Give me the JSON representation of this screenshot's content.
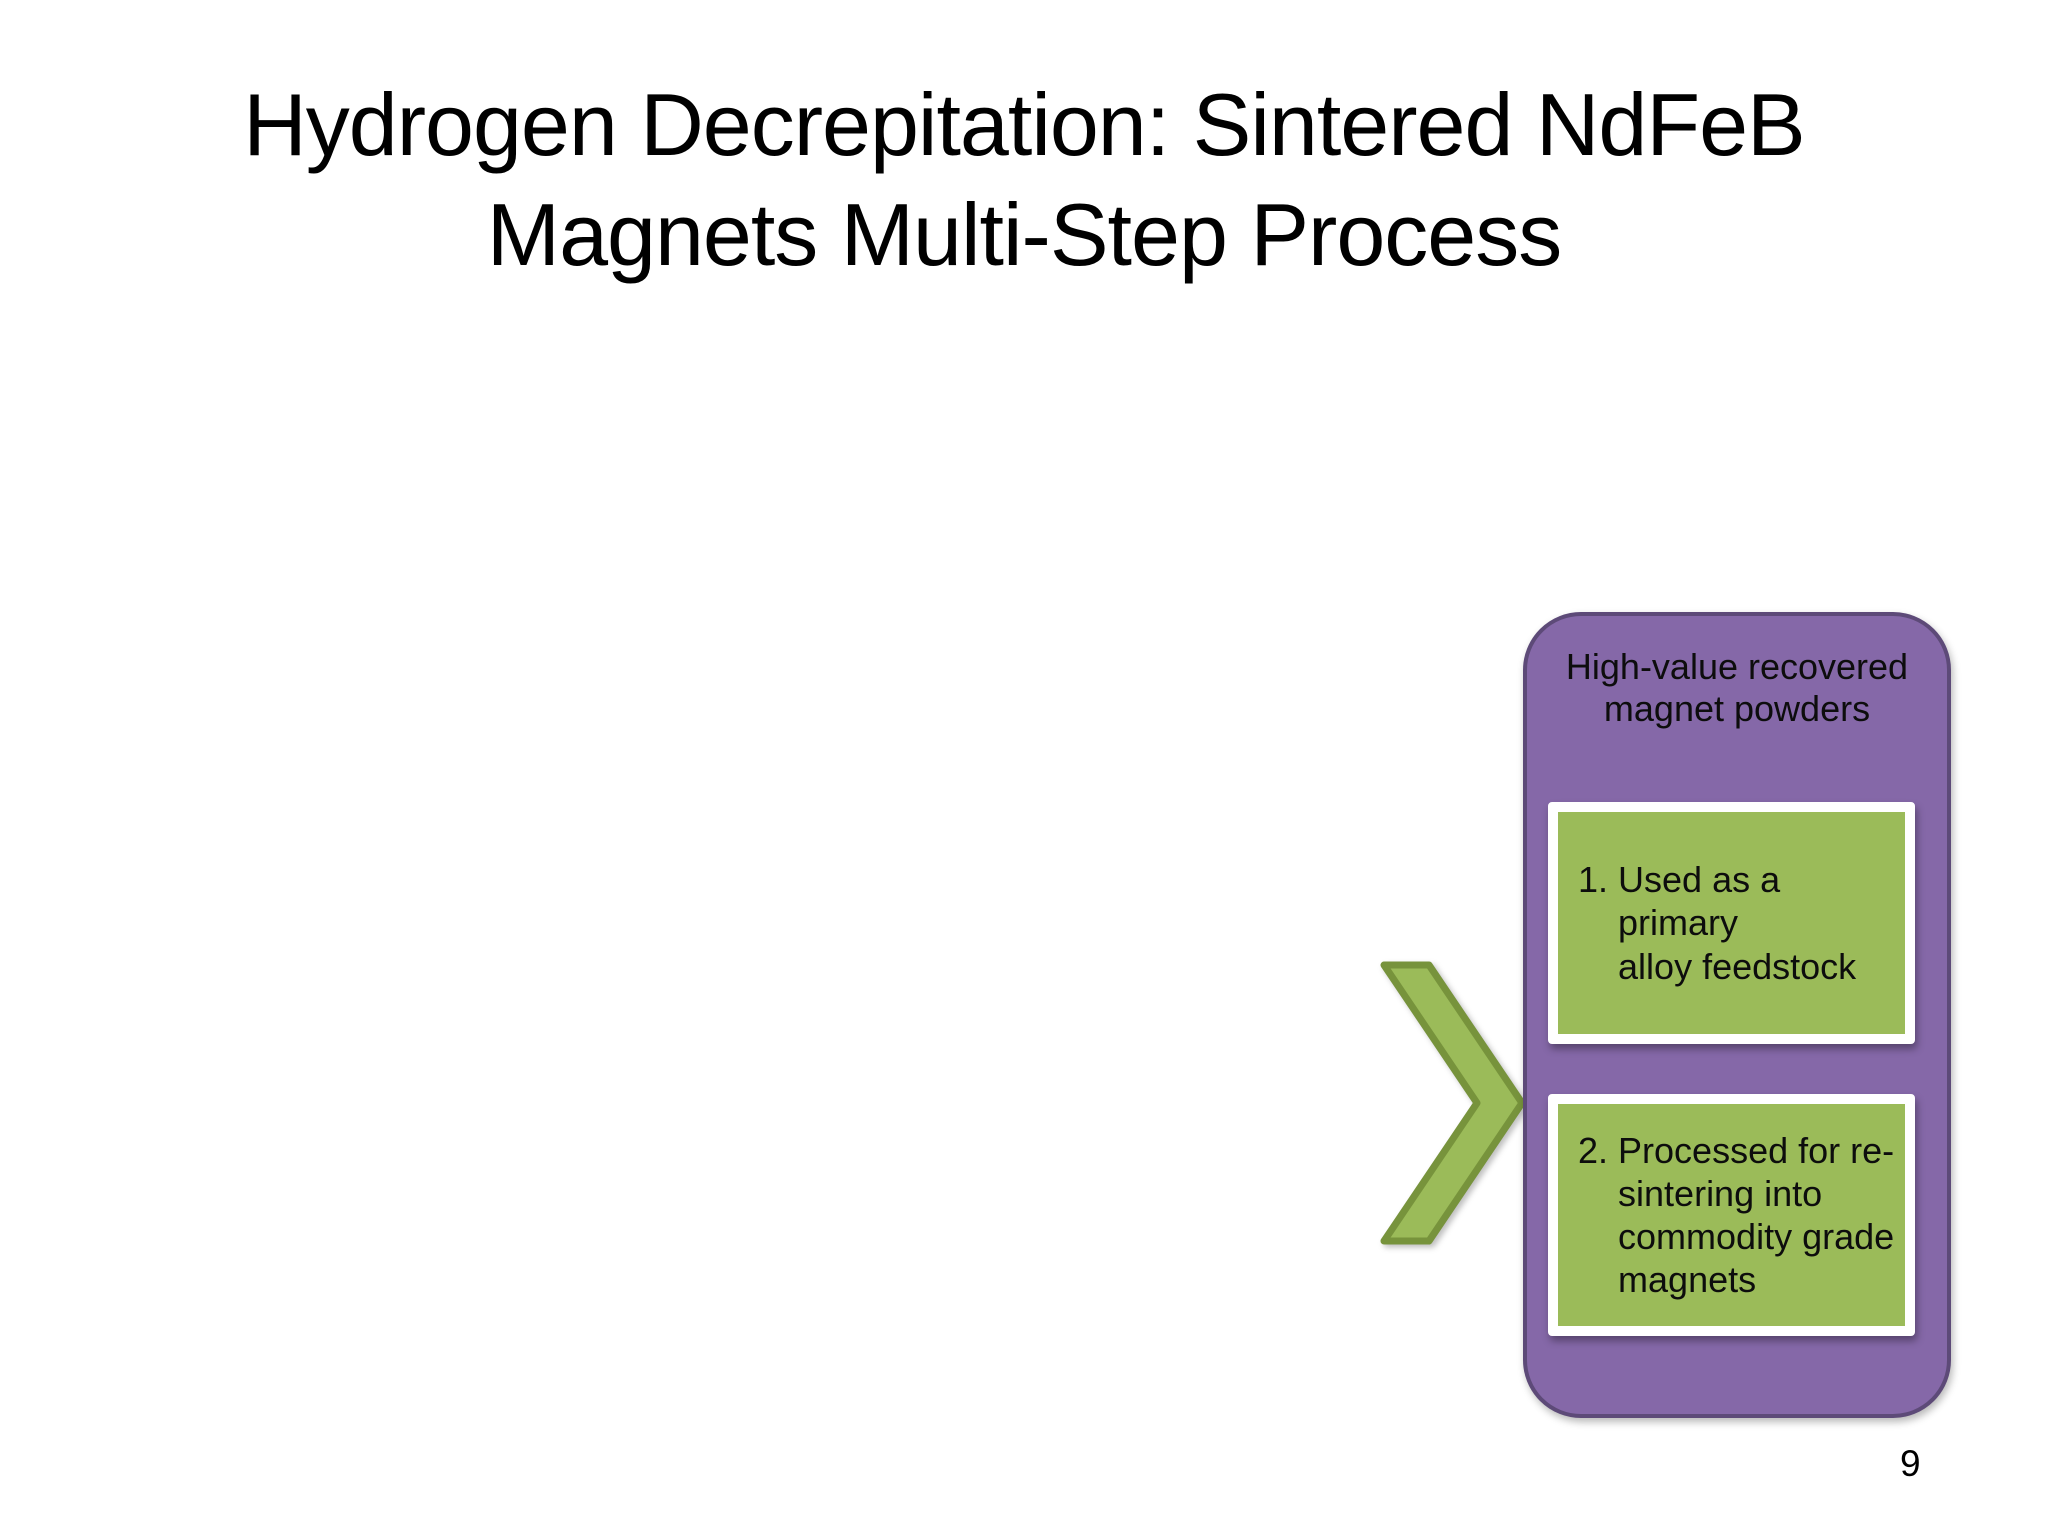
{
  "slide": {
    "title": "Hydrogen Decrepitation: Sintered NdFeB\nMagnets Multi-Step Process",
    "page_number": "9"
  },
  "panel": {
    "title": "High-value recovered\nmagnet powders",
    "items": [
      {
        "number": "1.",
        "text": "Used as a primary\nalloy feedstock"
      },
      {
        "number": "2.",
        "text": "Processed for re-\nsintering into\ncommodity grade\nmagnets"
      }
    ]
  },
  "icons": {
    "arrow": "chevron-right-icon"
  },
  "colors": {
    "background": "#FFFFFF",
    "text": "#000000",
    "panel_fill": "#8568A8",
    "panel_border": "#5D4A78",
    "item_fill": "#9BBB59",
    "item_frame": "#FFFFFF",
    "chevron_fill": "#9BBB59",
    "chevron_border": "#77933C"
  }
}
